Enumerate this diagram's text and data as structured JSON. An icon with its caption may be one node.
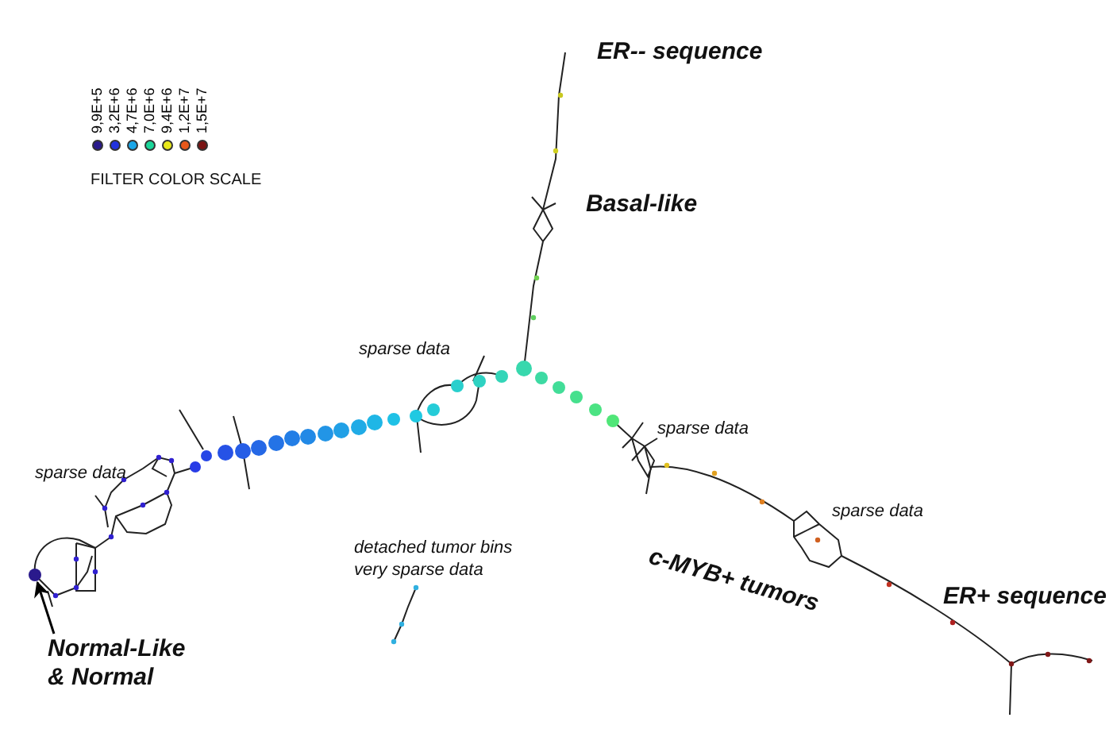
{
  "diagram": {
    "nodes": [
      {
        "text": [
          "Normal-Like & Normal"
        ]
      },
      {
        "text": [],
        "shape": "circle"
      }
    ],
    "edges": [
      {
        "from": 0,
        "to": 1,
        "arrow": "to"
      }
    ],
    "labels": [
      "ER-- sequence",
      "FILTER COLOR SCALE",
      "Basal-like",
      "sparse data",
      "sparse data",
      "sparse data",
      "sparse data",
      "c-MYB+ tumors",
      "detached tumor bins very sparse data",
      "ER+ sequence"
    ],
    "legend": [
      {
        "text": "9,9E+5",
        "color": "#2a1a8c"
      },
      {
        "text": "3,2E+6",
        "color": "#2233dd"
      },
      {
        "text": "4,7E+6",
        "color": "#1aa6e8"
      },
      {
        "text": "7,0E+6",
        "color": "#1ad69a"
      },
      {
        "text": "9,4E+6",
        "color": "#e8e81a"
      },
      {
        "text": "1,2E+7",
        "color": "#e8581a"
      },
      {
        "text": "1,5E+7",
        "color": "#7a1414"
      }
    ]
  }
}
